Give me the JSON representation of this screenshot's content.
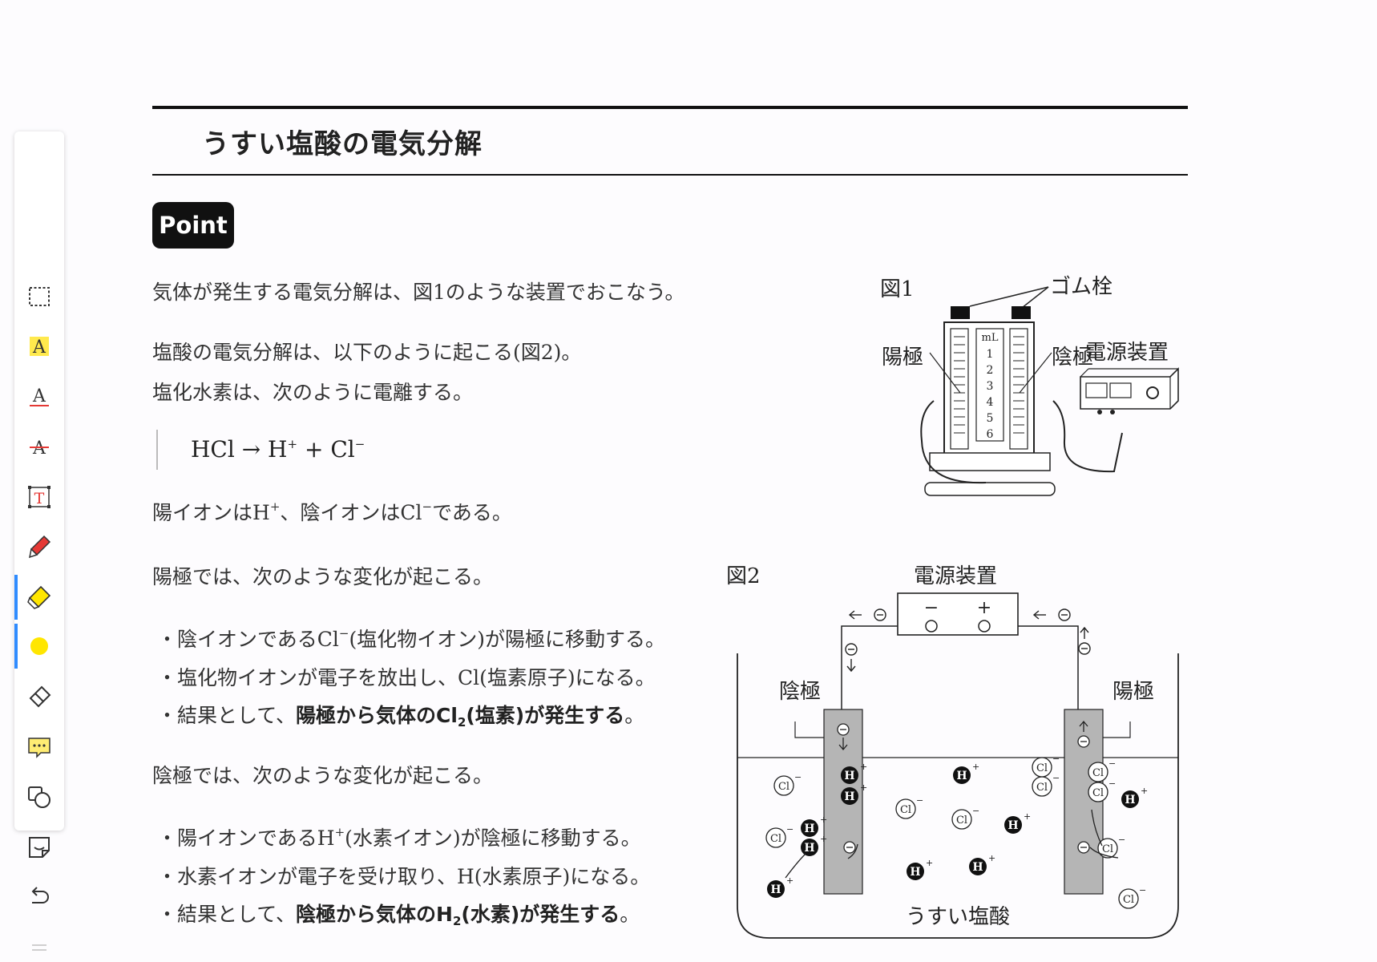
{
  "toolbar": {
    "tools": [
      "select-tool",
      "text-highlight-tool",
      "text-underline-tool",
      "text-strikethrough-tool",
      "text-box-tool",
      "pen-tool",
      "highlighter-tool",
      "color-picker",
      "eraser-tool",
      "comment-tool",
      "shape-tool",
      "sticker-tool",
      "undo-tool"
    ],
    "active": "highlighter-tool",
    "highlight_color": "#ffe600"
  },
  "page": {
    "title": "うすい塩酸の電気分解",
    "point_label": "Point",
    "para1": "気体が発生する電気分解は、図1のような装置でおこなう。",
    "para2": "塩酸の電気分解は、以下のように起こる(図2)。",
    "para3": "塩化水素は、次のように電離する。",
    "equation": {
      "left": "HCl → H",
      "plus": "+",
      "mid": " + Cl",
      "minus": "−"
    },
    "ions": {
      "a": "陽イオンはH",
      "sup1": "+",
      "b": "、陰イオンはCl",
      "sup2": "−",
      "c": "である。"
    },
    "anode_intro": "陽極では、次のような変化が起こる。",
    "anode_bullets": {
      "b1a": "・陰イオンであるCl",
      "b1sup": "−",
      "b1b": "(塩化物イオン)が陽極に移動する。",
      "b2": "・塩化物イオンが電子を放出し、Cl(塩素原子)になる。",
      "b3a": "・結果として、",
      "b3bold": "陽極から気体のCl",
      "b3sub": "2",
      "b3bold2": "(塩素)が発生する",
      "b3end": "。"
    },
    "cathode_intro": "陰極では、次のような変化が起こる。",
    "cathode_bullets": {
      "b1a": "・陽イオンであるH",
      "b1sup": "+",
      "b1b": "(水素イオン)が陰極に移動する。",
      "b2": "・水素イオンが電子を受け取り、H(水素原子)になる。",
      "b3a": "・結果として、",
      "b3bold": "陰極から気体のH",
      "b3sub": "2",
      "b3bold2": "(水素)が発生する",
      "b3end": "。"
    }
  },
  "figure1": {
    "label": "図1",
    "rubber_stopper": "ゴム栓",
    "anode": "陽極",
    "cathode": "陰極",
    "power_supply": "電源装置",
    "unit": "mL",
    "scale": [
      "1",
      "2",
      "3",
      "4",
      "5",
      "6"
    ]
  },
  "figure2": {
    "label": "図2",
    "power_supply": "電源装置",
    "minus_terminal": "−",
    "plus_terminal": "+",
    "cathode": "陰極",
    "anode": "陽極",
    "solution": "うすい塩酸",
    "h_ion": "H",
    "cl_ion": "Cl",
    "plus": "+",
    "minus": "−"
  }
}
